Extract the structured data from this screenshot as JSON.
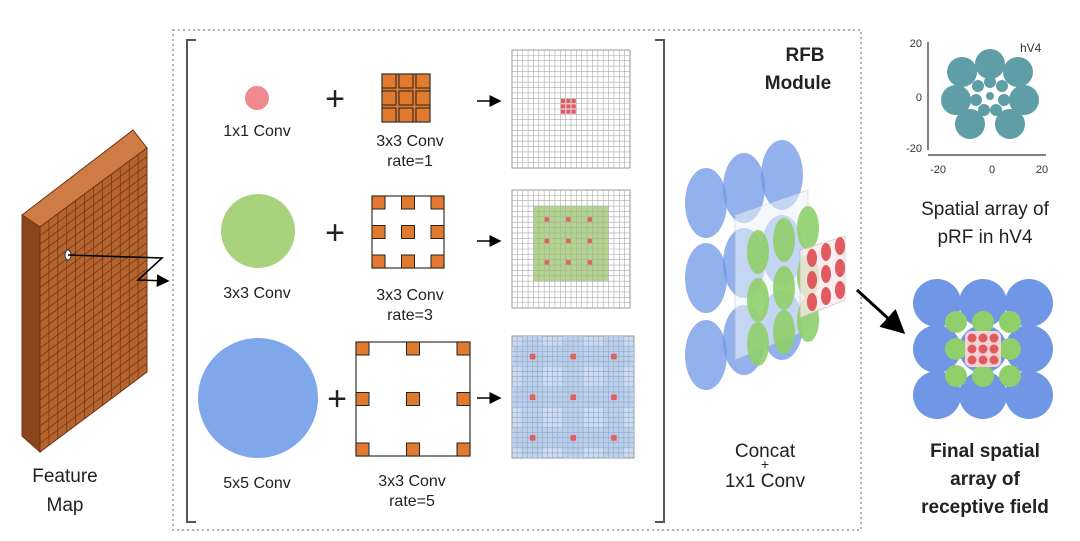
{
  "feature_map": {
    "label_line1": "Feature",
    "label_line2": "Map"
  },
  "rows": [
    {
      "conv_label": "1x1 Conv",
      "dilated_line1": "3x3 Conv",
      "dilated_line2": "rate=1",
      "color": "#ee8a8f"
    },
    {
      "conv_label": "3x3 Conv",
      "dilated_line1": "3x3 Conv",
      "dilated_line2": "rate=3",
      "color": "#a8d27c"
    },
    {
      "conv_label": "5x5 Conv",
      "dilated_line1": "3x3 Conv",
      "dilated_line2": "rate=5",
      "color": "#7fa7ea"
    }
  ],
  "module": {
    "title_line1": "RFB",
    "title_line2": "Module",
    "concat_line1": "Concat",
    "concat_line2": "+",
    "concat_line3": "1x1 Conv"
  },
  "hv4_plot": {
    "tag": "hV4",
    "y_ticks": [
      "20",
      "0",
      "-20"
    ],
    "x_ticks": [
      "-20",
      "0",
      "20"
    ],
    "caption_line1": "Spatial array of",
    "caption_line2": "pRF in hV4",
    "color": "#5f9ea7"
  },
  "final": {
    "caption_line1": "Final spatial",
    "caption_line2": "array of",
    "caption_line3": "receptive field"
  },
  "colors": {
    "kernel": "#e07a2e",
    "feature_map": "#b5642f",
    "grid_line": "#999999"
  }
}
